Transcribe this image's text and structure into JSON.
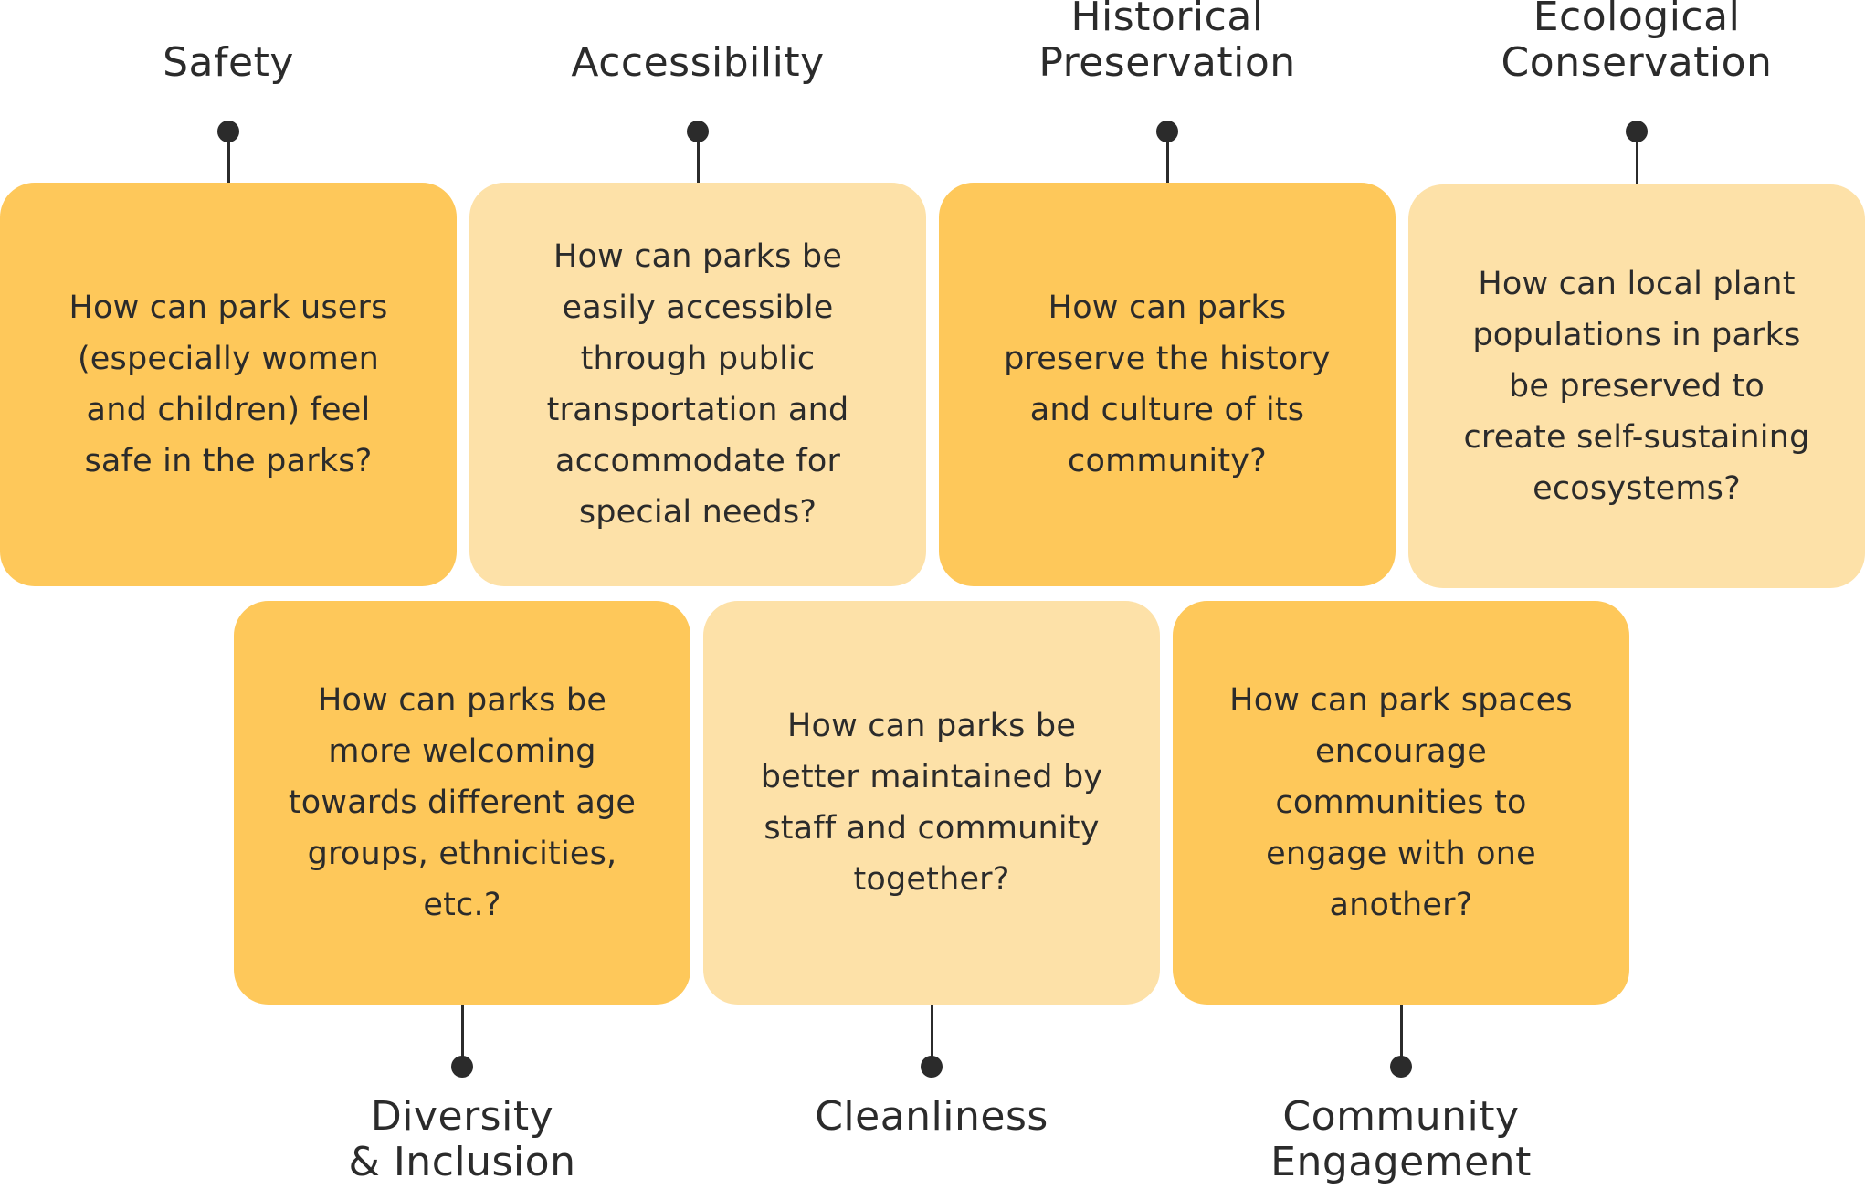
{
  "colors": {
    "card_dark": "#fec85a",
    "card_light": "#fde1a8",
    "ink": "#2b2b2b",
    "background": "#ffffff"
  },
  "top_row": [
    {
      "id": "safety",
      "label_lines": [
        "Safety"
      ],
      "question": "How can park users (especially women and children) feel safe in the parks?",
      "tone": "dark"
    },
    {
      "id": "accessibility",
      "label_lines": [
        "Accessibility"
      ],
      "question": "How can parks be easily accessible through public transportation and accommodate for special needs?",
      "tone": "light"
    },
    {
      "id": "historical-preservation",
      "label_lines": [
        "Historical",
        "Preservation"
      ],
      "question": "How can parks preserve the history and culture of its community?",
      "tone": "dark"
    },
    {
      "id": "ecological-conservation",
      "label_lines": [
        "Ecological",
        "Conservation"
      ],
      "question": "How can local plant populations in parks be preserved to create self-sustaining ecosystems?",
      "tone": "light"
    }
  ],
  "bottom_row": [
    {
      "id": "diversity-inclusion",
      "label_lines": [
        "Diversity",
        "& Inclusion"
      ],
      "question": "How can parks be more welcoming towards different age groups, ethnicities, etc.?",
      "tone": "dark"
    },
    {
      "id": "cleanliness",
      "label_lines": [
        "Cleanliness"
      ],
      "question": "How can parks be better maintained by staff and community together?",
      "tone": "light"
    },
    {
      "id": "community-engagement",
      "label_lines": [
        "Community",
        "Engagement"
      ],
      "question": "How can park spaces encourage communities to engage with one another?",
      "tone": "dark"
    }
  ]
}
